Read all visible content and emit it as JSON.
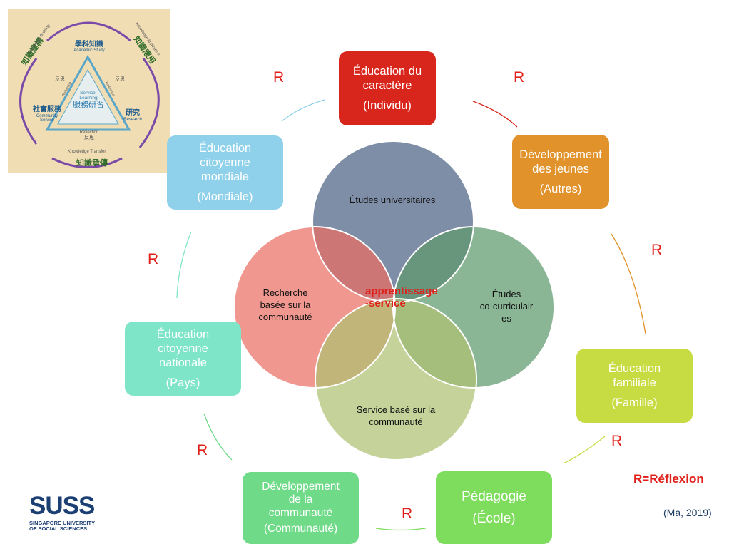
{
  "inset": {
    "top": {
      "zh": "學科知識",
      "en": "Academic Study"
    },
    "center": {
      "en1": "Service-",
      "en2": "Learning",
      "zh": "服務研習"
    },
    "left": {
      "zh": "社會服務",
      "en1": "Community",
      "en2": "Service"
    },
    "right": {
      "zh": "研究",
      "en": "Research"
    },
    "reflection_en": "Reflection",
    "reflection_zh": "反思",
    "outer_left": {
      "zh": "知識建構",
      "en": "Knowledge Building"
    },
    "outer_right": {
      "zh": "知識應用",
      "en": "Knowledge Application"
    },
    "outer_bottom": {
      "zh": "知識承傳",
      "en": "Knowledge Transfer"
    }
  },
  "boxes": {
    "individu": {
      "line1": "Éducation du",
      "line2": "caractère",
      "sub": "(Individu)",
      "color": "#d9261c"
    },
    "autres": {
      "line1": "Développement",
      "line2": "des jeunes",
      "sub": "(Autres)",
      "color": "#e2922b"
    },
    "famille": {
      "line1": "Éducation",
      "line2": "familiale",
      "sub": "(Famille)",
      "color": "#c7dc43"
    },
    "ecole": {
      "line1": "Pédagogie",
      "sub": "(École)",
      "color": "#7edd5d"
    },
    "communaute": {
      "line1": "Développement",
      "line2": "de la",
      "line3": "communauté",
      "sub": "(Communauté)",
      "color": "#6fda88"
    },
    "pays": {
      "line1": "Éducation",
      "line2": "citoyenne",
      "line3": "nationale",
      "sub": "(Pays)",
      "color": "#7fe5c8"
    },
    "mondiale": {
      "line1": "Éducation",
      "line2": "citoyenne",
      "line3": "mondiale",
      "sub": "(Mondiale)",
      "color": "#8fd1ea"
    }
  },
  "reflection_marker": "R",
  "circles": {
    "top": {
      "label": "Études universitaires",
      "color": "#5b6e8e"
    },
    "left": {
      "line1": "Recherche",
      "line2": "basée sur la",
      "line3": "communauté",
      "color": "#ea6f64"
    },
    "right": {
      "line1": "Études",
      "line2": "co-curriculair",
      "line3": "es",
      "color": "#5e9a6e"
    },
    "bottom": {
      "line1": "Service basé sur la",
      "line2": "communauté",
      "color": "#aec072"
    },
    "center": {
      "line1": "apprentissage",
      "line2": "-service"
    }
  },
  "legend": "R=Réflexion",
  "citation": "(Ma, 2019)",
  "logo": {
    "text": "SUSS",
    "line1": "SINGAPORE UNIVERSITY",
    "line2": "OF SOCIAL SCIENCES"
  }
}
